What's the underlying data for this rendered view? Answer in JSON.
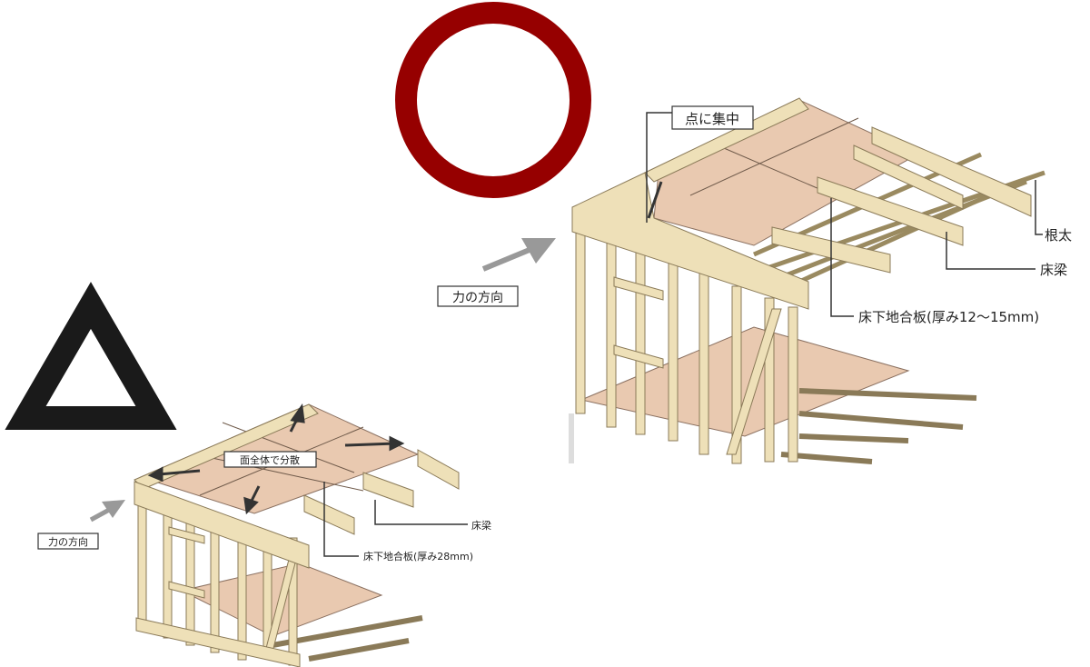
{
  "symbols": {
    "good": {
      "shape": "circle",
      "color": "#960000"
    },
    "fair": {
      "shape": "triangle",
      "color": "#1a1a1a"
    }
  },
  "right_diagram": {
    "callout": "点に集中",
    "force_label": "力の方向",
    "labels": {
      "joist": "根太",
      "beam": "床梁",
      "subfloor": "床下地合板(厚み12～15mm)"
    }
  },
  "left_diagram": {
    "callout": "面全体で分散",
    "force_label": "力の方向",
    "labels": {
      "beam": "床梁",
      "subfloor": "床下地合板(厚み28mm)"
    }
  }
}
